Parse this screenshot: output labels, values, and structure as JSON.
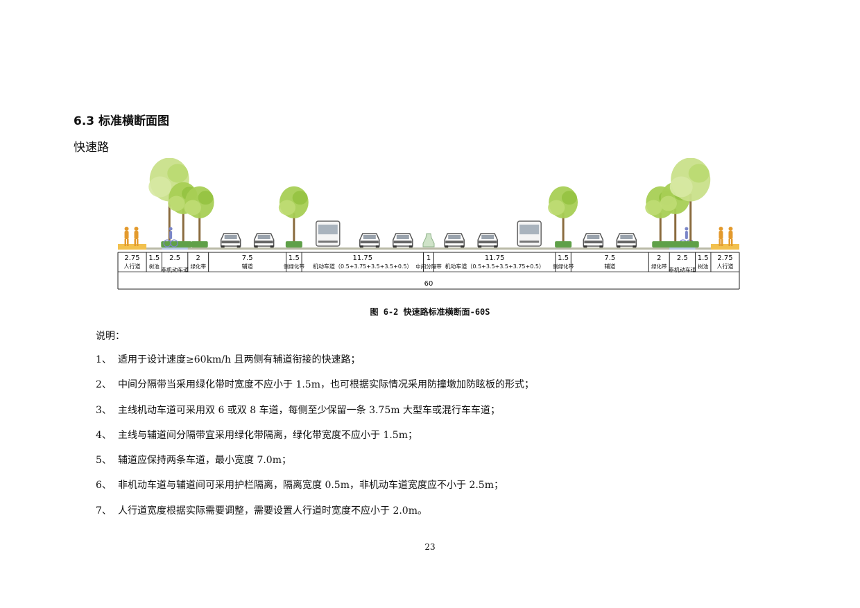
{
  "section": {
    "heading": "6.3 标准横断面图",
    "subheading": "快速路"
  },
  "figure": {
    "caption": "图 6-2 快速路标准横断面-60S",
    "total_width": "60",
    "segments": [
      {
        "width": "2.75",
        "label": "人行道"
      },
      {
        "width": "1.5",
        "label": "树池"
      },
      {
        "width": "2.5",
        "label": "非机动车道"
      },
      {
        "width": "2",
        "label": "绿化带"
      },
      {
        "width": "7.5",
        "label": "辅道"
      },
      {
        "width": "1.5",
        "label": "侧绿化带"
      },
      {
        "width": "11.75",
        "label": "机动车道（0.5+3.75+3.5+3.5+0.5）"
      },
      {
        "width": "1",
        "label": "中间分隔带"
      },
      {
        "width": "11.75",
        "label": "机动车道（0.5+3.5+3.5+3.75+0.5）"
      },
      {
        "width": "1.5",
        "label": "侧绿化带"
      },
      {
        "width": "7.5",
        "label": "辅道"
      },
      {
        "width": "2",
        "label": "绿化带"
      },
      {
        "width": "2.5",
        "label": "非机动车道"
      },
      {
        "width": "1.5",
        "label": "树池"
      },
      {
        "width": "2.75",
        "label": "人行道"
      }
    ],
    "colors": {
      "tree": "#a8cf55",
      "tree_light": "#c9e08a",
      "hedge": "#5fa048",
      "ground": "#b9b9a6",
      "sidewalk": "#f2c14e",
      "bike_lane": "#b7c7e6",
      "vehicle": "#8a8a8a"
    }
  },
  "notes": {
    "title": "说明：",
    "items": [
      {
        "num": "1、",
        "text": "适用于设计速度≥60km/h 且两侧有辅道衔接的快速路；"
      },
      {
        "num": "2、",
        "text": "中间分隔带当采用绿化带时宽度不应小于 1.5m，也可根据实际情况采用防撞墩加防眩板的形式；"
      },
      {
        "num": "3、",
        "text": "主线机动车道可采用双 6 或双 8 车道，每侧至少保留一条 3.75m 大型车或混行车车道；"
      },
      {
        "num": "4、",
        "text": "主线与辅道间分隔带宜采用绿化带隔离，绿化带宽度不应小于 1.5m；"
      },
      {
        "num": "5、",
        "text": "辅道应保持两条车道，最小宽度 7.0m；"
      },
      {
        "num": "6、",
        "text": "非机动车道与辅道间可采用护栏隔离，隔离宽度 0.5m，非机动车道宽度应不小于 2.5m；"
      },
      {
        "num": "7、",
        "text": "人行道宽度根据实际需要调整，需要设置人行道时宽度不应小于 2.0m。"
      }
    ]
  },
  "page_number": "23"
}
